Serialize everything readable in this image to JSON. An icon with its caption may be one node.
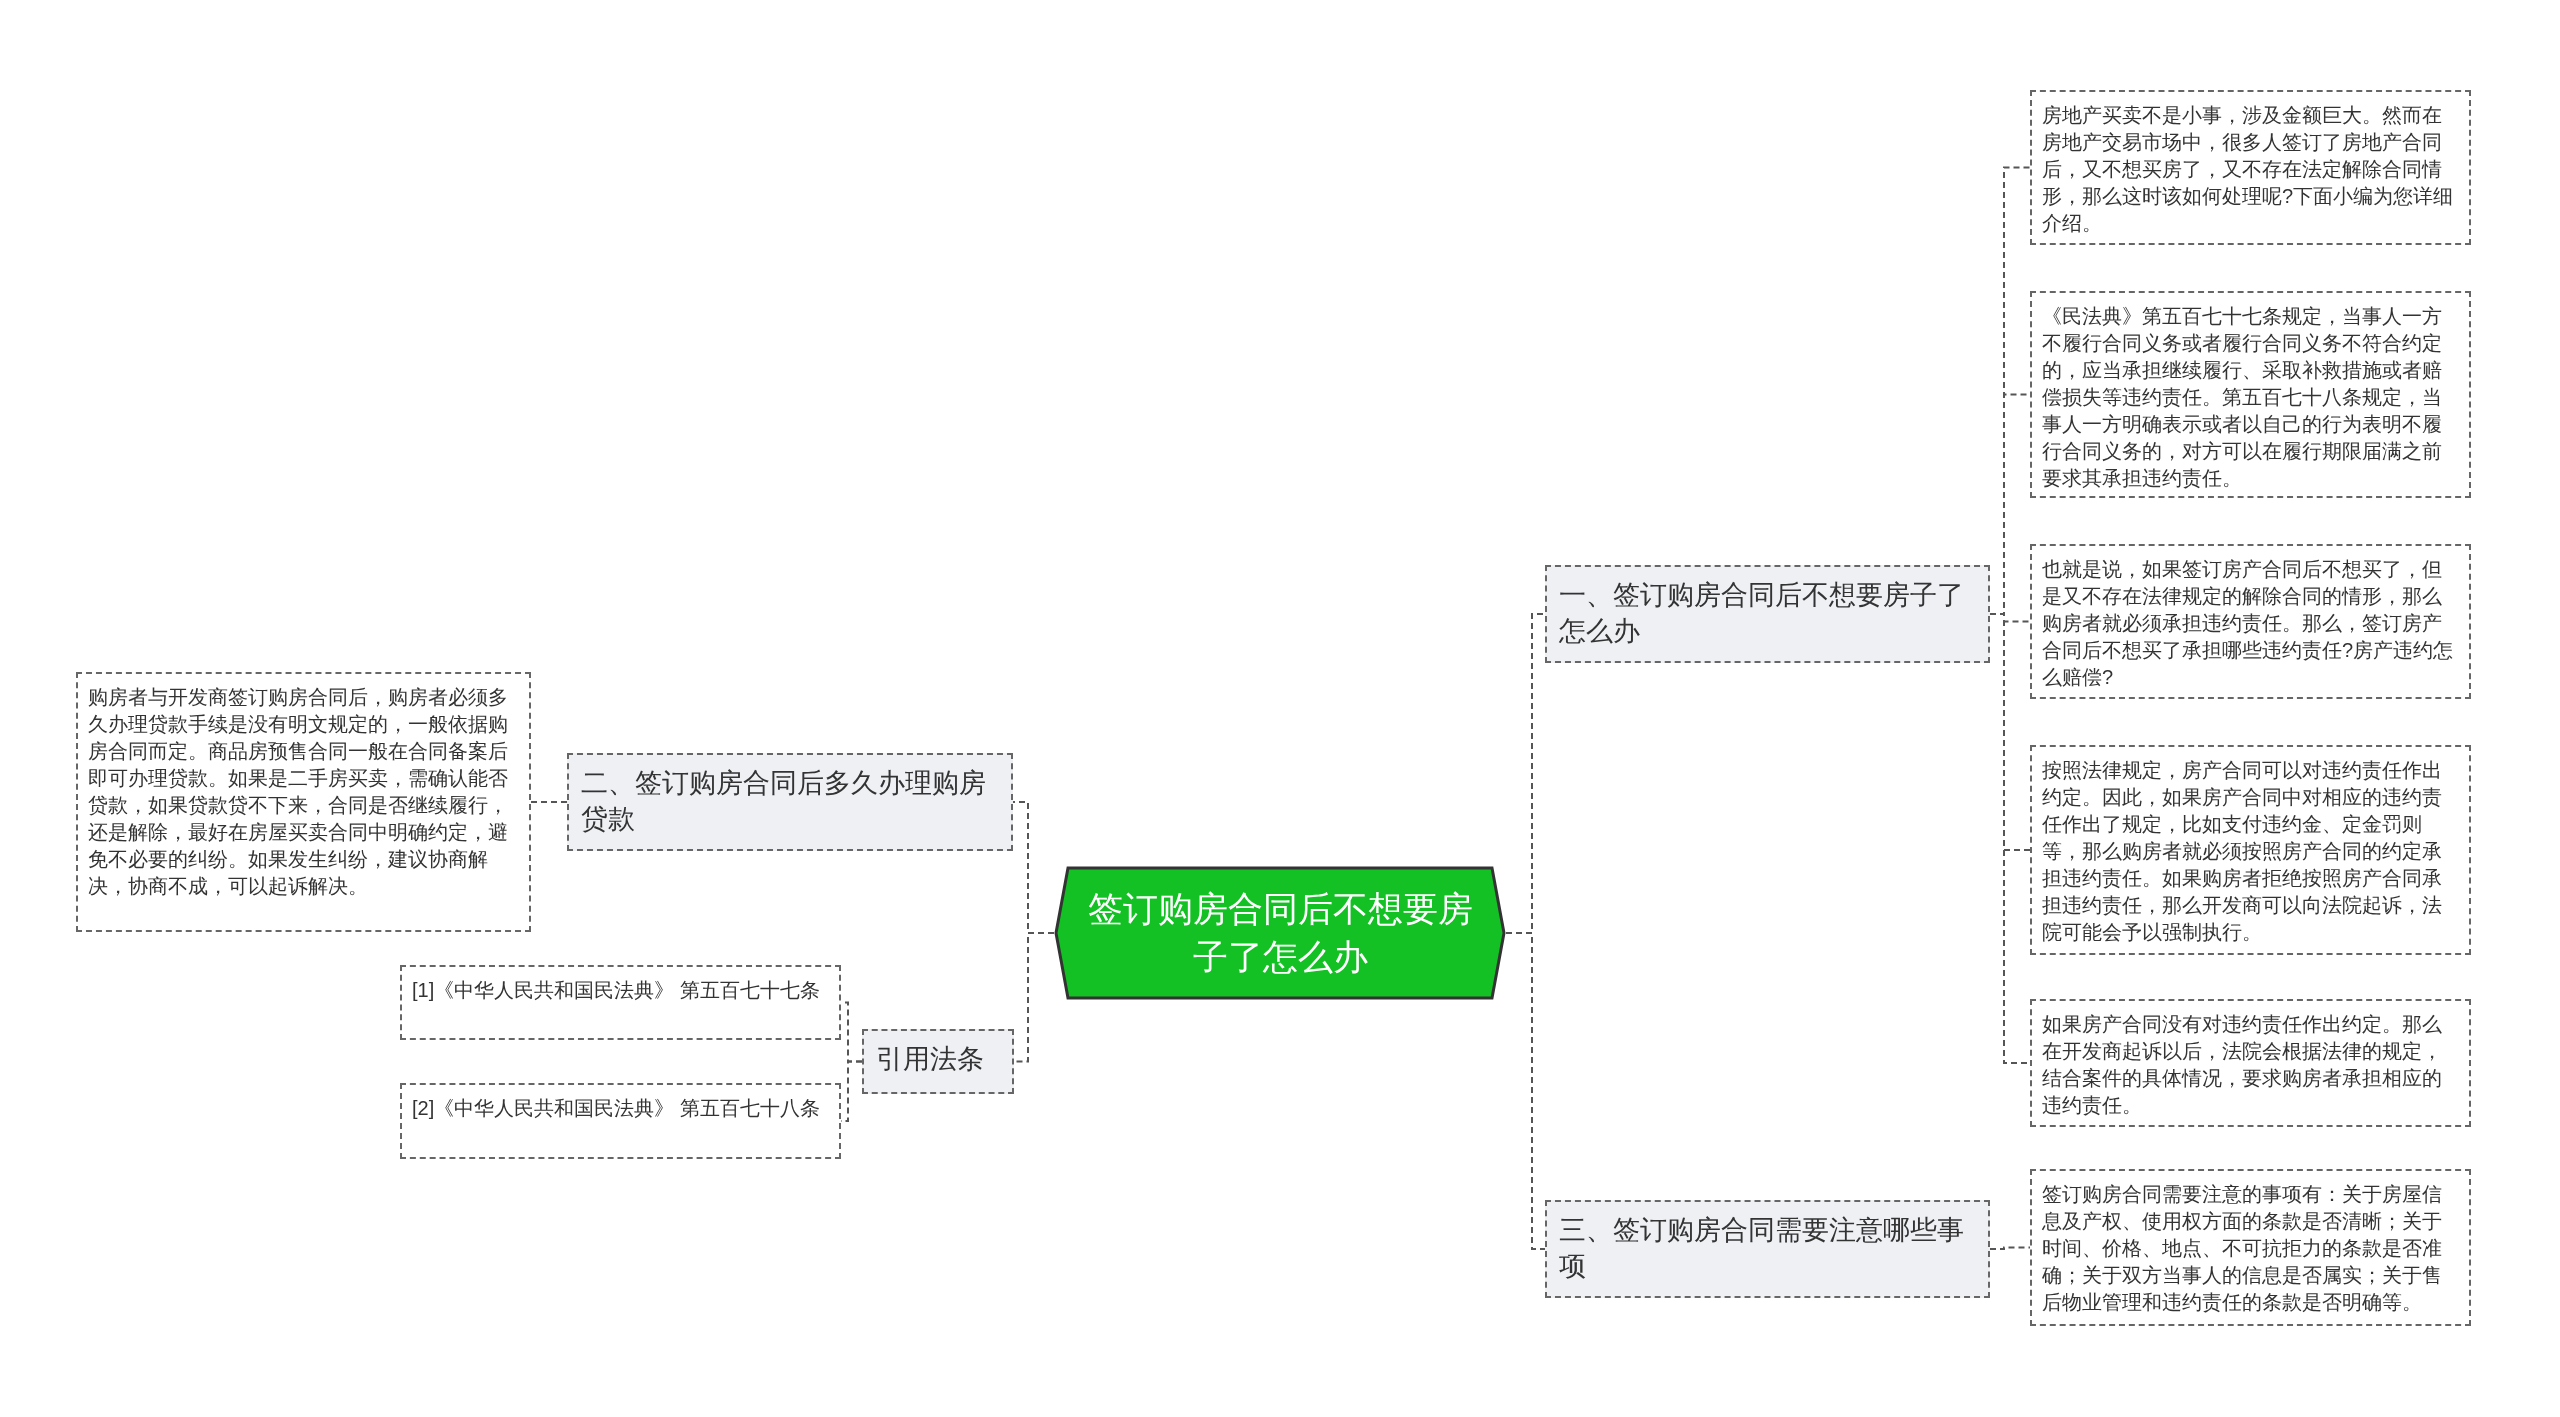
{
  "diagram": {
    "nodes": [
      {
        "text": [
          "签订购房合同后不想要房子了怎么办"
        ]
      },
      {
        "text": [
          "一、签订购房合同后不想要房子了怎么办"
        ]
      },
      {
        "text": [
          "房地产买卖不是小事，涉及金额巨大。然而在房地产交易市场中，很多人签订了房地产合同后，又不想买房了，又不存在法定解除合同情形，那么这时该如何处理呢?下面小编为您详细介绍。"
        ]
      },
      {
        "text": [
          "《民法典》第五百七十七条规定，当事人一方不履行合同义务或者履行合同义务不符合约定的，应当承担继续履行、采取补救措施或者赔偿损失等违约责任。第五百七十八条规定，当事人一方明确表示或者以自己的行为表明不履行合同义务的，对方可以在履行期限届满之前要求其承担违约责任。"
        ]
      },
      {
        "text": [
          "也就是说，如果签订房产合同后不想买了，但是又不存在法律规定的解除合同的情形，那么购房者就必须承担违约责任。那么，签订房产合同后不想买了承担哪些违约责任?房产违约怎么赔偿?"
        ]
      },
      {
        "text": [
          "按照法律规定，房产合同可以对违约责任作出约定。因此，如果房产合同中对相应的违约责任作出了规定，比如支付违约金、定金罚则等，那么购房者就必须按照房产合同的约定承担违约责任。如果购房者拒绝按照房产合同承担违约责任，那么开发商可以向法院起诉，法院可能会予以强制执行。"
        ]
      },
      {
        "text": [
          "如果房产合同没有对违约责任作出约定。那么在开发商起诉以后，法院会根据法律的规定，结合案件的具体情况，要求购房者承担相应的违约责任。"
        ]
      },
      {
        "text": [
          "三、签订购房合同需要注意哪些事项"
        ]
      },
      {
        "text": [
          "签订购房合同需要注意的事项有：关于房屋信息及产权、使用权方面的条款是否清晰；关于时间、价格、地点、不可抗拒力的条款是否准确；关于双方当事人的信息是否属实；关于售后物业管理和违约责任的条款是否明确等。"
        ]
      },
      {
        "text": [
          "二、签订购房合同后多久办理购房贷款"
        ]
      },
      {
        "text": [
          "购房者与开发商签订购房合同后，购房者必须多久办理贷款手续是没有明文规定的，一般依据购房合同而定。商品房预售合同一般在合同备案后即可办理贷款。如果是二手房买卖，需确认能否贷款，如果贷款贷不下来，合同是否继续履行，还是解除，最好在房屋买卖合同中明确约定，避免不必要的纠纷。如果发生纠纷，建议协商解决，协商不成，可以起诉解决。"
        ]
      },
      {
        "text": [
          "引用法条"
        ]
      },
      {
        "text": [
          "[1]《中华人民共和国民法典》 第五百七十七条"
        ]
      },
      {
        "text": [
          "[2]《中华人民共和国民法典》 第五百七十八条"
        ]
      }
    ],
    "edges": [
      {
        "from": 0,
        "to": 1,
        "arrow": "none"
      },
      {
        "from": 1,
        "to": 2,
        "arrow": "none"
      },
      {
        "from": 1,
        "to": 3,
        "arrow": "none"
      },
      {
        "from": 1,
        "to": 4,
        "arrow": "none"
      },
      {
        "from": 1,
        "to": 5,
        "arrow": "none"
      },
      {
        "from": 1,
        "to": 6,
        "arrow": "none"
      },
      {
        "from": 0,
        "to": 7,
        "arrow": "none"
      },
      {
        "from": 7,
        "to": 8,
        "arrow": "none"
      },
      {
        "from": 0,
        "to": 9,
        "arrow": "none"
      },
      {
        "from": 9,
        "to": 10,
        "arrow": "none"
      },
      {
        "from": 0,
        "to": 11,
        "arrow": "none"
      },
      {
        "from": 11,
        "to": 12,
        "arrow": "none"
      },
      {
        "from": 11,
        "to": 13,
        "arrow": "none"
      }
    ]
  }
}
